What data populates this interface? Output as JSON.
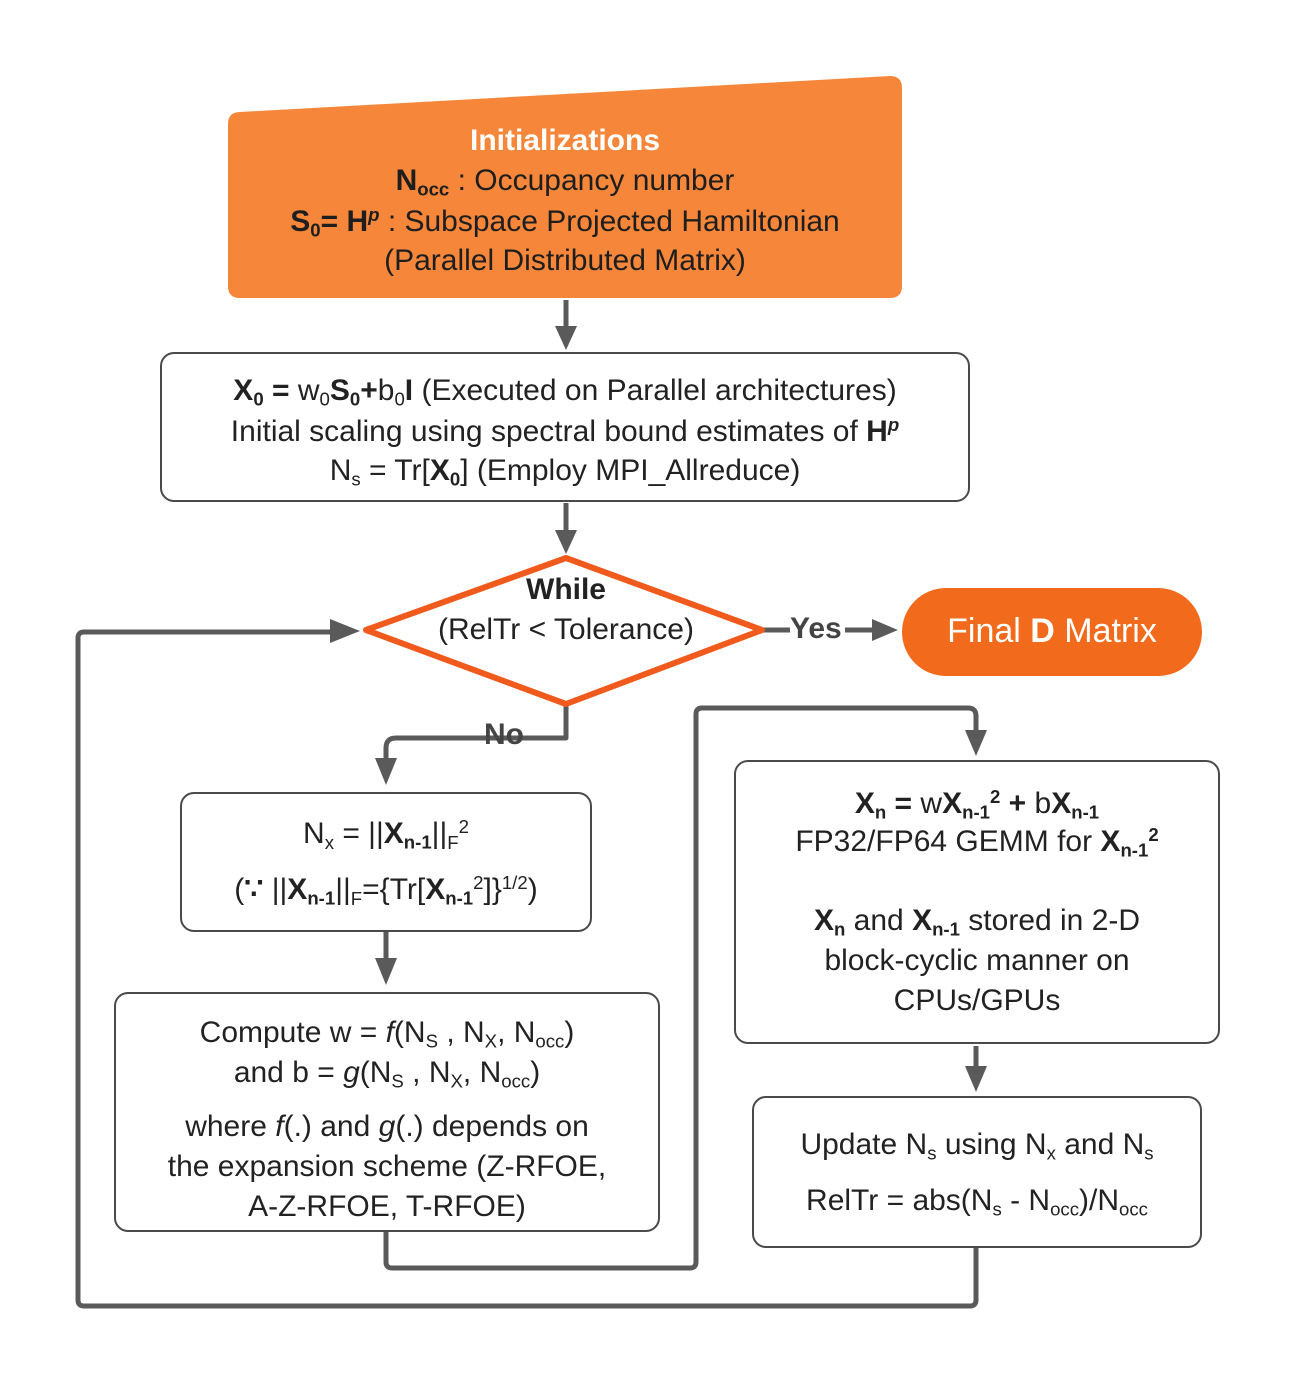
{
  "colors": {
    "accent": "#f5863a",
    "decision": "#f05a1c",
    "final": "#f26a1b",
    "line": "#5a5a5a"
  },
  "init": {
    "title": "Initializations",
    "nocc_sym": "N",
    "nocc_sub": "occ",
    "nocc_desc": " : Occupancy number",
    "s0_sym": "S",
    "s0_sub": "0",
    "s0_eq": "= H",
    "s0_sup": "p",
    "s0_desc": " : Subspace Projected Hamiltonian",
    "note": "(Parallel Distributed Matrix)"
  },
  "scaling": {
    "l1_x": "X",
    "l1_x_sub": "0",
    "l1_eq": " = ",
    "l1_w": "w",
    "l1_w_sub": "0",
    "l1_s": "S",
    "l1_s_sub": "0",
    "l1_plus": "+",
    "l1_b": "b",
    "l1_b_sub": "0",
    "l1_i": "I",
    "l1_tail": " (Executed on Parallel architectures)",
    "l2_text": "Initial scaling using spectral bound estimates of ",
    "l2_h": "H",
    "l2_h_sup": "p",
    "l3_n": "N",
    "l3_n_sub": "s",
    "l3_eq": " =  Tr[",
    "l3_x": "X",
    "l3_x_sub": "0",
    "l3_tail": "] (Employ MPI_Allreduce)"
  },
  "decision": {
    "while": "While",
    "cond": "(RelTr < Tolerance)",
    "yes": "Yes",
    "no": "No"
  },
  "final": {
    "pre": "Final ",
    "bold": "D",
    "post": " Matrix"
  },
  "norm": {
    "l1_n": "N",
    "l1_n_sub": "x",
    "l1_eq": " = ||",
    "l1_x": "X",
    "l1_x_sub": "n-1",
    "l1_bar": "||",
    "l1_f": "F",
    "l1_sq": "2",
    "l2_open": "(",
    "l2_because": "∵",
    "l2_bar": " ||",
    "l2_x": "X",
    "l2_x_sub": "n-1",
    "l2_bar2": "||",
    "l2_f": "F",
    "l2_eq": "={Tr[",
    "l2_x2": "X",
    "l2_x2_sub": "n-1",
    "l2_sq": "2",
    "l2_close": "]}",
    "l2_half": "1/2",
    "l2_end": ")"
  },
  "compute": {
    "l1_a": "Compute w = ",
    "l1_f": "f",
    "l1_b": "(N",
    "l1_s_sub": "S",
    "l1_c": " , N",
    "l1_x_sub": "X",
    "l1_d": ", N",
    "l1_occ_sub": "occ",
    "l1_e": ")",
    "l2_a": "and b = ",
    "l2_g": "g",
    "l2_b": "(N",
    "l2_s_sub": "S",
    "l2_c": " , N",
    "l2_x_sub": "X",
    "l2_d": ", N",
    "l2_occ_sub": "occ",
    "l2_e": ")",
    "l3_a": "where ",
    "l3_f": "f",
    "l3_b": "(.) and ",
    "l3_g": "g",
    "l3_c": "(.) depends on",
    "l4": "the expansion scheme (Z-RFOE,",
    "l5": "A-Z-RFOE, T-RFOE)"
  },
  "gemm": {
    "l1_x": "X",
    "l1_x_sub": "n",
    "l1_eq": " = ",
    "l1_w": "w",
    "l1_x2": "X",
    "l1_x2_sub": "n-1",
    "l1_sq": "2",
    "l1_plus": " + ",
    "l1_b": "b",
    "l1_x3": "X",
    "l1_x3_sub": "n-1",
    "l2_a": "FP32/FP64 GEMM for ",
    "l2_x": "X",
    "l2_x_sub": "n-1",
    "l2_sq": "2",
    "l3_x": "X",
    "l3_x_sub": "n",
    "l3_and": " and ",
    "l3_x2": "X",
    "l3_x2_sub": "n-1",
    "l3_tail": " stored in 2-D",
    "l4": "block-cyclic manner on",
    "l5": "CPUs/GPUs"
  },
  "update": {
    "l1_a": "Update N",
    "l1_s": "s",
    "l1_b": " using N",
    "l1_x": "x",
    "l1_c": " and N",
    "l1_s2": "s",
    "l2_a": "RelTr = abs(N",
    "l2_s": "s",
    "l2_b": " - N",
    "l2_occ": "occ",
    "l2_c": ")/N",
    "l2_occ2": "occ"
  }
}
